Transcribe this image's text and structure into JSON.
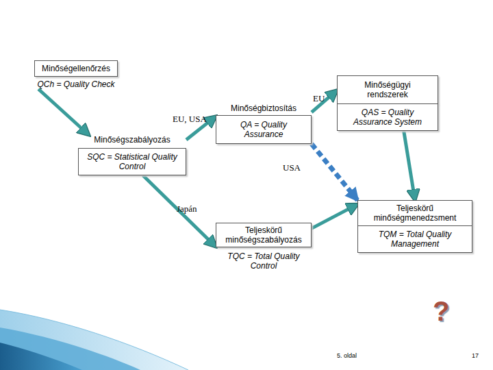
{
  "diagram": {
    "nodes": [
      {
        "text": [
          "Minőségellenőrzés",
          "QCh = Quality Check"
        ]
      },
      {
        "text": [
          "Minőségszabályozás",
          "SQC = Statistical Quality Control"
        ]
      },
      {
        "text": [
          "Minőségbiztosítás",
          "QA = Quality Assurance"
        ]
      },
      {
        "text": [
          "Minőségügyi rendszerek",
          "QAS = Quality Assurance System"
        ]
      },
      {
        "text": [
          "Teljeskörű minőségszabályozás",
          "TQC = Total Quality Control"
        ]
      },
      {
        "text": [
          "Teljeskörű minőségmenedzsment",
          "TQM = Total Quality Management"
        ]
      }
    ],
    "edges": [
      {
        "from": 0,
        "to": 1,
        "arrow": "to"
      },
      {
        "from": 1,
        "to": 2,
        "label": "EU, USA",
        "arrow": "to"
      },
      {
        "from": 2,
        "to": 3,
        "label": "EU",
        "arrow": "to"
      },
      {
        "from": 2,
        "to": 5,
        "label": "USA",
        "arrow": "to"
      },
      {
        "from": 1,
        "to": 4,
        "label": "Japán",
        "arrow": "to"
      },
      {
        "from": 3,
        "to": 5,
        "arrow": "to"
      },
      {
        "from": 4,
        "to": 5,
        "arrow": "to"
      }
    ],
    "labels": [
      "?",
      "5. oldal",
      "17"
    ]
  }
}
